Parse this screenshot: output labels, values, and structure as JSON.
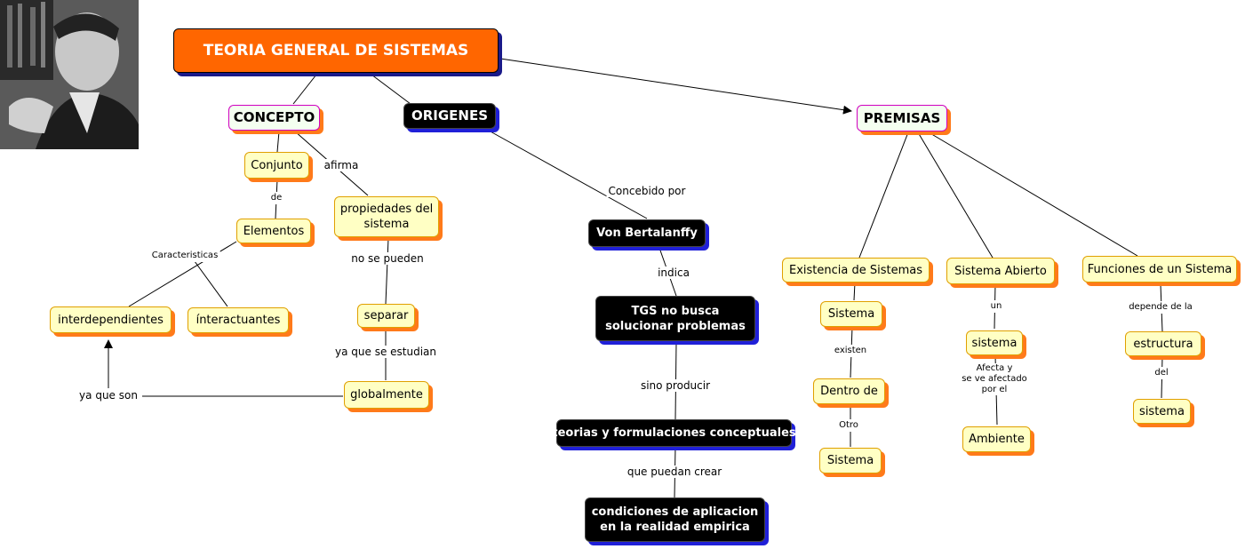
{
  "nodes": {
    "title": "TEORIA GENERAL DE SISTEMAS",
    "concepto": "CONCEPTO",
    "origenes": "ORIGENES",
    "premisas": "PREMISAS",
    "conjunto": "Conjunto",
    "elementos": "Elementos",
    "propiedades": "propiedades del sistema",
    "interdependientes": "interdependientes",
    "interactuantes": "ínteractuantes",
    "separar": "separar",
    "globalmente": "globalmente",
    "von": "Von Bertalanffy",
    "tgs": "TGS no busca solucionar problemas",
    "teorias": "teorias y formulaciones conceptuales",
    "condiciones": "condiciones de aplicacion en la realidad empirica",
    "existencia": "Existencia de Sistemas",
    "abierto": "Sistema Abierto",
    "funciones": "Funciones de un Sistema",
    "sistema1": "Sistema",
    "dentro": "Dentro de",
    "sistema2": "Sistema",
    "sistema3": "sistema",
    "ambiente": "Ambiente",
    "estructura": "estructura",
    "sistema4": "sistema"
  },
  "labels": {
    "de": "de",
    "afirma": "afirma",
    "caracteristicas": "Caracteristicas",
    "no_se_pueden": "no se pueden",
    "ya_que_se_estudian": "ya que se estudian",
    "ya_que_son": "ya que son",
    "concebido_por": "Concebido por",
    "indica": "indica",
    "sino_producir": "sino producir",
    "que_puedan_crear": "que puedan crear",
    "existen": "existen",
    "otro": "Otro",
    "un": "un",
    "afecta_1": "Afecta y",
    "afecta_2": "se ve afectado",
    "afecta_3": "por el",
    "depende_de_la": "depende de la",
    "del": "del"
  },
  "colors": {
    "orange": "#ff6600",
    "yellow_fill": "#ffffc4",
    "shadow_orange": "#ff7a1a",
    "shadow_blue": "#2020d8",
    "black_fill": "#000000",
    "concept_border": "#d000c0"
  }
}
